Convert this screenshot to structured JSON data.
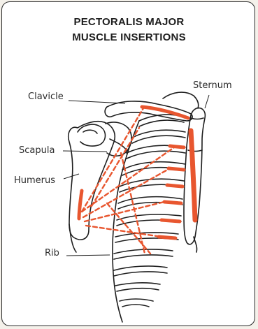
{
  "title": {
    "line1": "PECTORALIS MAJOR",
    "line2": "MUSCLE INSERTIONS"
  },
  "labels": {
    "clavicle": "Clavicle",
    "sternum": "Sternum",
    "scapula": "Scapula",
    "humerus": "Humerus",
    "rib": "Rib"
  },
  "colors": {
    "background": "#ffffff",
    "outline": "#1e1e1e",
    "insertion": "#e8562f"
  }
}
